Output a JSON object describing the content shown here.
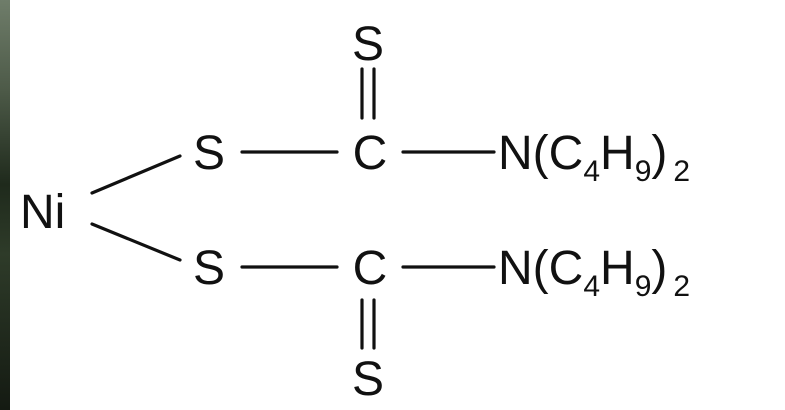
{
  "molecule": {
    "metal": "Ni",
    "sulfur_label": "S",
    "carbon_label": "C",
    "nitrogen_label": "N",
    "open_paren": "(",
    "close_paren": ")",
    "carbon_group": "C",
    "carbon_subscript": "4",
    "hydrogen_group": "H",
    "hydrogen_subscript": "9",
    "group_count": "2"
  },
  "colors": {
    "ink": "#111111",
    "background": "#ffffff"
  }
}
